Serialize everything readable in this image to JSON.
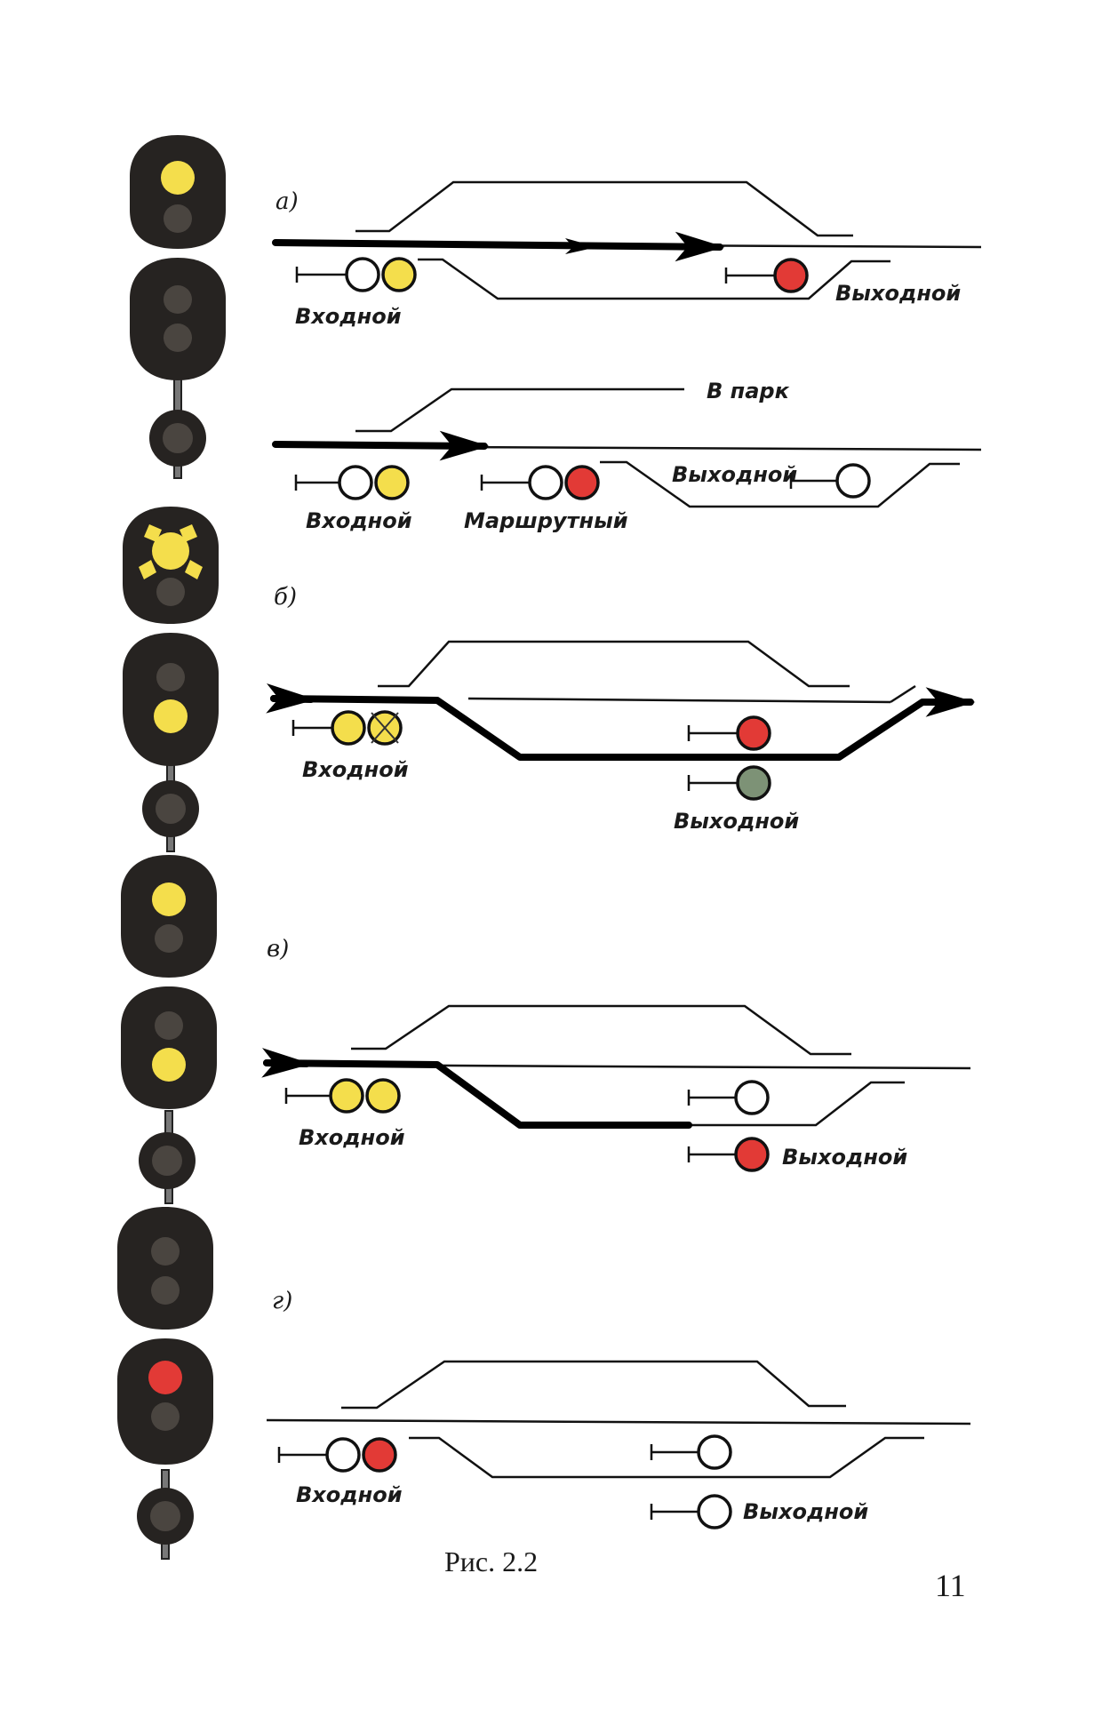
{
  "figure": {
    "caption": "Рис. 2.2",
    "page_number": "11"
  },
  "colors": {
    "yellow": "#f4de4c",
    "red": "#e23a36",
    "green": "#7d9276",
    "off_lens": "#4a4540",
    "housing": "#262321",
    "unlit": "#ffffff"
  },
  "panels": {
    "a": {
      "section_label": "а)",
      "entry_label": "Входной",
      "exit_label": "Выходной",
      "park_label": "В парк",
      "route_label": "Маршрутный",
      "exit2_label": "Выходной",
      "entry2_label": "Входной"
    },
    "b": {
      "section_label": "б)",
      "entry_label": "Входной",
      "exit_label": "Выходной"
    },
    "v": {
      "section_label": "в)",
      "entry_label": "Входной",
      "exit_label": "Выходной"
    },
    "g": {
      "section_label": "г)",
      "entry_label": "Входной",
      "exit_label": "Выходной"
    }
  },
  "signal_aspects": [
    {
      "section": "а)",
      "lights": [
        "yellow",
        "off",
        "off",
        "off",
        "off"
      ]
    },
    {
      "section": "б)",
      "lights": [
        "yellow-flashing",
        "off",
        "off",
        "yellow",
        "off"
      ]
    },
    {
      "section": "в)",
      "lights": [
        "yellow",
        "off",
        "off",
        "yellow",
        "off"
      ]
    },
    {
      "section": "г)",
      "lights": [
        "off",
        "off",
        "red",
        "off",
        "off"
      ]
    }
  ]
}
